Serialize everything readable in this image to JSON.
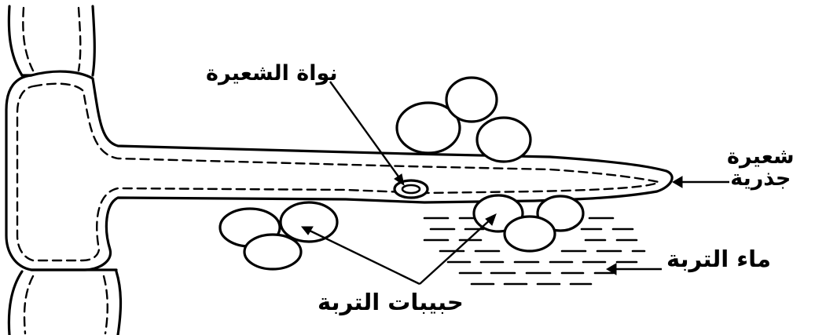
{
  "labels": {
    "nucleus": "نواة الشعيرة",
    "root_hair_line1": "شعيرة",
    "root_hair_line2": "جذرية",
    "soil_water": "ماء التربة",
    "soil_particles": "حبيبات التربة"
  }
}
